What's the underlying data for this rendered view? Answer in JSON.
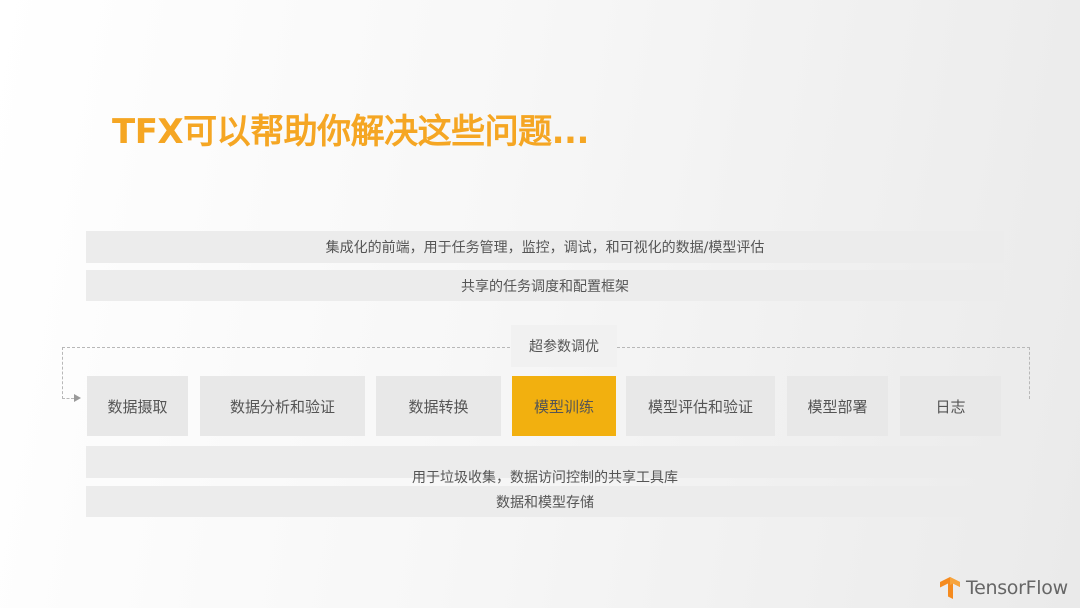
{
  "title": "TFX可以帮助你解决这些问题...",
  "bands": {
    "frontend": "集成化的前端，用于任务管理，监控，调试，和可视化的数据/模型评估",
    "orchestration": "共享的任务调度和配置框架",
    "shared_libs": "用于垃圾收集，数据访问控制的共享工具库",
    "storage": "数据和模型存储"
  },
  "hyperparam": "超参数调优",
  "steps": [
    {
      "label": "数据摄取",
      "active": false
    },
    {
      "label": "数据分析和验证",
      "active": false
    },
    {
      "label": "数据转换",
      "active": false
    },
    {
      "label": "模型训练",
      "active": true
    },
    {
      "label": "模型评估和验证",
      "active": false
    },
    {
      "label": "模型部署",
      "active": false
    },
    {
      "label": "日志",
      "active": false
    }
  ],
  "logo_text": "TensorFlow",
  "colors": {
    "accent": "#f2b00f",
    "title": "#f5a623",
    "logo_orange": "#f58b1f"
  }
}
